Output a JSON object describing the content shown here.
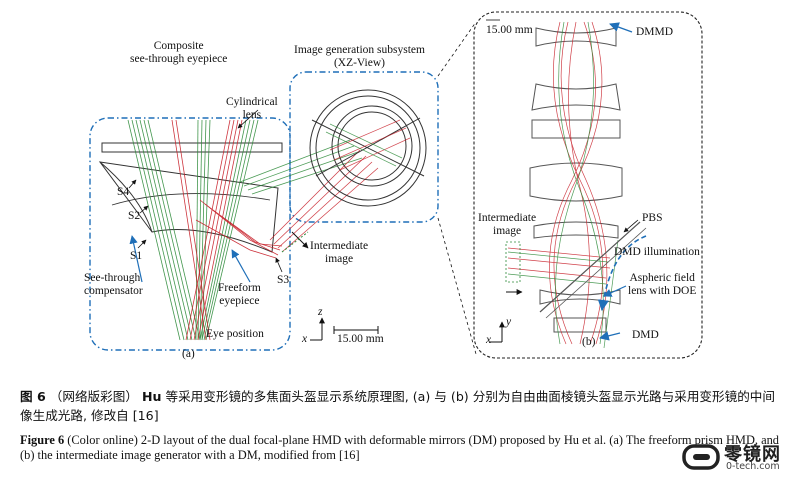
{
  "panel_a": {
    "composite_title": "Composite\nsee-through eyepiece",
    "subsystem_title": "Image generation subsystem\n(XZ-View)",
    "cylindrical_lens": "Cylindrical\nlens",
    "s4": "S4",
    "s2": "S2",
    "s1": "S1",
    "s3": "S3",
    "see_through": "See-through\ncompensator",
    "freeform": "Freeform\neyepiece",
    "intermediate": "Intermediate\nimage",
    "eye_position": "Eye position",
    "scale": "15.00  mm",
    "axis_z": "z",
    "axis_x": "x",
    "label": "(a)"
  },
  "panel_b": {
    "scale": "15.00  mm",
    "dmmd": "DMMD",
    "intermediate": "Intermediate\nimage",
    "pbs": "PBS",
    "dmd_illumination": "DMD illumination",
    "aspheric": "Aspheric field\nlens with DOE",
    "dmd": "DMD",
    "axis_y": "y",
    "axis_x": "x",
    "label": "(b)"
  },
  "caption": {
    "cn_lead": "图 6",
    "cn_paren": "（网络版彩图）",
    "cn_hu": "Hu",
    "cn_body": "等采用变形镜的多焦面头盔显示系统原理图, (a) 与 (b) 分别为自由曲面棱镜头盔显示光路与采用变形镜的中间像生成光路, 修改自 [16]",
    "en_lead": "Figure 6",
    "en_body": "(Color online) 2-D layout of the dual focal-plane HMD with deformable mirrors (DM) proposed by Hu et al. (a) The freeform prism HMD, and (b) the intermediate image generator with a DM, modified from [16]"
  },
  "watermark": {
    "main": "零镜网",
    "sub": "0-tech.com"
  },
  "colors": {
    "frame_blue": "#1f6fb8",
    "ray_red": "#c8202a",
    "ray_green": "#2e8b3a",
    "lens_gray": "#333333"
  }
}
